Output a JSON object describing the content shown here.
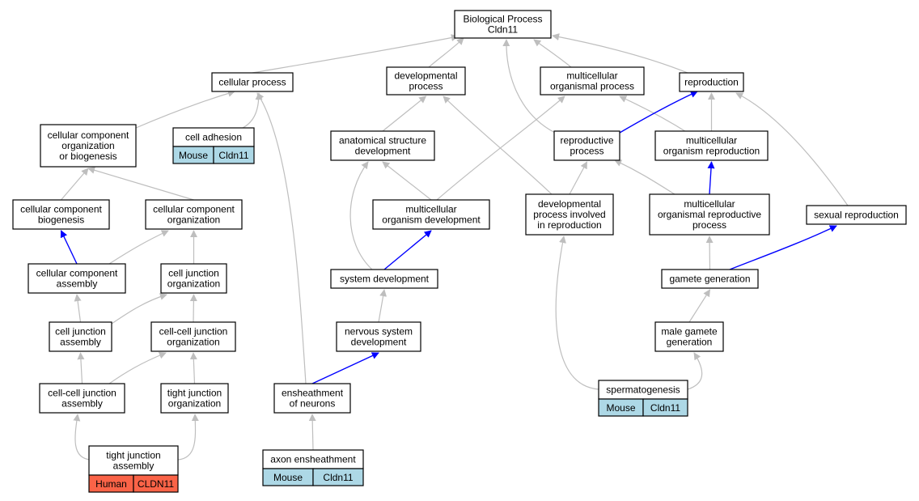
{
  "graph": {
    "nodes": [
      {
        "id": "root",
        "lines": [
          "Biological Process",
          "Cldn11"
        ]
      },
      {
        "id": "cellular-process",
        "lines": [
          "cellular process"
        ]
      },
      {
        "id": "developmental-process",
        "lines": [
          "developmental",
          "process"
        ]
      },
      {
        "id": "multicellular-organismal-process",
        "lines": [
          "multicellular",
          "organismal process"
        ]
      },
      {
        "id": "reproduction",
        "lines": [
          "reproduction"
        ]
      },
      {
        "id": "cc-org-or-biogenesis",
        "lines": [
          "cellular component",
          "organization",
          "or biogenesis"
        ]
      },
      {
        "id": "cell-adhesion",
        "lines": [
          "cell adhesion"
        ]
      },
      {
        "id": "anatomical-structure-development",
        "lines": [
          "anatomical structure",
          "development"
        ]
      },
      {
        "id": "reproductive-process",
        "lines": [
          "reproductive",
          "process"
        ]
      },
      {
        "id": "multicellular-organism-reproduction",
        "lines": [
          "multicellular",
          "organism reproduction"
        ]
      },
      {
        "id": "cc-biogenesis",
        "lines": [
          "cellular component",
          "biogenesis"
        ]
      },
      {
        "id": "cc-organization",
        "lines": [
          "cellular component",
          "organization"
        ]
      },
      {
        "id": "multicellular-organism-development",
        "lines": [
          "multicellular",
          "organism development"
        ]
      },
      {
        "id": "dev-process-in-reproduction",
        "lines": [
          "developmental",
          "process involved",
          "in reproduction"
        ]
      },
      {
        "id": "multicellular-organismal-reproductive-process",
        "lines": [
          "multicellular",
          "organismal reproductive",
          "process"
        ]
      },
      {
        "id": "sexual-reproduction",
        "lines": [
          "sexual reproduction"
        ]
      },
      {
        "id": "cc-assembly",
        "lines": [
          "cellular component",
          "assembly"
        ]
      },
      {
        "id": "cell-junction-organization",
        "lines": [
          "cell junction",
          "organization"
        ]
      },
      {
        "id": "system-development",
        "lines": [
          "system development"
        ]
      },
      {
        "id": "gamete-generation",
        "lines": [
          "gamete generation"
        ]
      },
      {
        "id": "cell-junction-assembly",
        "lines": [
          "cell junction",
          "assembly"
        ]
      },
      {
        "id": "cell-cell-junction-organization",
        "lines": [
          "cell-cell junction",
          "organization"
        ]
      },
      {
        "id": "nervous-system-development",
        "lines": [
          "nervous system",
          "development"
        ]
      },
      {
        "id": "male-gamete-generation",
        "lines": [
          "male gamete",
          "generation"
        ]
      },
      {
        "id": "cell-cell-junction-assembly",
        "lines": [
          "cell-cell junction",
          "assembly"
        ]
      },
      {
        "id": "tight-junction-organization",
        "lines": [
          "tight junction",
          "organization"
        ]
      },
      {
        "id": "ensheathment-of-neurons",
        "lines": [
          "ensheathment",
          "of neurons"
        ]
      },
      {
        "id": "spermatogenesis",
        "lines": [
          "spermatogenesis"
        ]
      },
      {
        "id": "tight-junction-assembly",
        "lines": [
          "tight junction",
          "assembly"
        ]
      },
      {
        "id": "axon-ensheathment",
        "lines": [
          "axon ensheathment"
        ]
      }
    ],
    "annotations": [
      {
        "node": "cell-adhesion",
        "species": "Mouse",
        "gene": "Cldn11",
        "color": "#add8e6"
      },
      {
        "node": "spermatogenesis",
        "species": "Mouse",
        "gene": "Cldn11",
        "color": "#add8e6"
      },
      {
        "node": "tight-junction-assembly",
        "species": "Human",
        "gene": "CLDN11",
        "color": "#fa6347"
      },
      {
        "node": "axon-ensheathment",
        "species": "Mouse",
        "gene": "Cldn11",
        "color": "#add8e6"
      }
    ],
    "edges": [
      {
        "from": "cellular-process",
        "to": "root",
        "kind": "is_a"
      },
      {
        "from": "developmental-process",
        "to": "root",
        "kind": "is_a"
      },
      {
        "from": "multicellular-organismal-process",
        "to": "root",
        "kind": "is_a"
      },
      {
        "from": "reproduction",
        "to": "root",
        "kind": "is_a"
      },
      {
        "from": "reproductive-process",
        "to": "root",
        "kind": "is_a"
      },
      {
        "from": "cc-org-or-biogenesis",
        "to": "cellular-process",
        "kind": "is_a"
      },
      {
        "from": "cell-adhesion",
        "to": "cellular-process",
        "kind": "is_a"
      },
      {
        "from": "ensheathment-of-neurons",
        "to": "cellular-process",
        "kind": "is_a"
      },
      {
        "from": "anatomical-structure-development",
        "to": "developmental-process",
        "kind": "is_a"
      },
      {
        "from": "dev-process-in-reproduction",
        "to": "developmental-process",
        "kind": "is_a"
      },
      {
        "from": "multicellular-organism-development",
        "to": "multicellular-organismal-process",
        "kind": "is_a"
      },
      {
        "from": "multicellular-organism-reproduction",
        "to": "multicellular-organismal-process",
        "kind": "is_a"
      },
      {
        "from": "reproductive-process",
        "to": "reproduction",
        "kind": "part_of"
      },
      {
        "from": "multicellular-organism-reproduction",
        "to": "reproduction",
        "kind": "is_a"
      },
      {
        "from": "sexual-reproduction",
        "to": "reproduction",
        "kind": "is_a"
      },
      {
        "from": "multicellular-organismal-reproductive-process",
        "to": "multicellular-organism-reproduction",
        "kind": "part_of"
      },
      {
        "from": "cc-biogenesis",
        "to": "cc-org-or-biogenesis",
        "kind": "is_a"
      },
      {
        "from": "cc-organization",
        "to": "cc-org-or-biogenesis",
        "kind": "is_a"
      },
      {
        "from": "multicellular-organism-development",
        "to": "anatomical-structure-development",
        "kind": "is_a"
      },
      {
        "from": "system-development",
        "to": "anatomical-structure-development",
        "kind": "is_a"
      },
      {
        "from": "dev-process-in-reproduction",
        "to": "reproductive-process",
        "kind": "is_a"
      },
      {
        "from": "multicellular-organismal-reproductive-process",
        "to": "reproductive-process",
        "kind": "is_a"
      },
      {
        "from": "cc-assembly",
        "to": "cc-biogenesis",
        "kind": "part_of"
      },
      {
        "from": "cc-assembly",
        "to": "cc-organization",
        "kind": "is_a"
      },
      {
        "from": "cell-junction-organization",
        "to": "cc-organization",
        "kind": "is_a"
      },
      {
        "from": "system-development",
        "to": "multicellular-organism-development",
        "kind": "part_of"
      },
      {
        "from": "spermatogenesis",
        "to": "dev-process-in-reproduction",
        "kind": "is_a"
      },
      {
        "from": "gamete-generation",
        "to": "multicellular-organismal-reproductive-process",
        "kind": "is_a"
      },
      {
        "from": "gamete-generation",
        "to": "sexual-reproduction",
        "kind": "part_of"
      },
      {
        "from": "cell-junction-assembly",
        "to": "cc-assembly",
        "kind": "is_a"
      },
      {
        "from": "cell-junction-assembly",
        "to": "cell-junction-organization",
        "kind": "is_a"
      },
      {
        "from": "cell-cell-junction-organization",
        "to": "cell-junction-organization",
        "kind": "is_a"
      },
      {
        "from": "nervous-system-development",
        "to": "system-development",
        "kind": "is_a"
      },
      {
        "from": "male-gamete-generation",
        "to": "gamete-generation",
        "kind": "is_a"
      },
      {
        "from": "cell-cell-junction-assembly",
        "to": "cell-junction-assembly",
        "kind": "is_a"
      },
      {
        "from": "cell-cell-junction-assembly",
        "to": "cell-cell-junction-organization",
        "kind": "is_a"
      },
      {
        "from": "tight-junction-organization",
        "to": "cell-cell-junction-organization",
        "kind": "is_a"
      },
      {
        "from": "ensheathment-of-neurons",
        "to": "nervous-system-development",
        "kind": "part_of"
      },
      {
        "from": "spermatogenesis",
        "to": "male-gamete-generation",
        "kind": "is_a"
      },
      {
        "from": "tight-junction-assembly",
        "to": "cell-cell-junction-assembly",
        "kind": "is_a"
      },
      {
        "from": "tight-junction-assembly",
        "to": "tight-junction-organization",
        "kind": "is_a"
      },
      {
        "from": "axon-ensheathment",
        "to": "ensheathment-of-neurons",
        "kind": "is_a"
      }
    ]
  },
  "colors": {
    "is_a": "#bebebe",
    "part_of": "#0000ff",
    "node_border": "#000000",
    "mouse": "#add8e6",
    "human": "#fa6347"
  }
}
